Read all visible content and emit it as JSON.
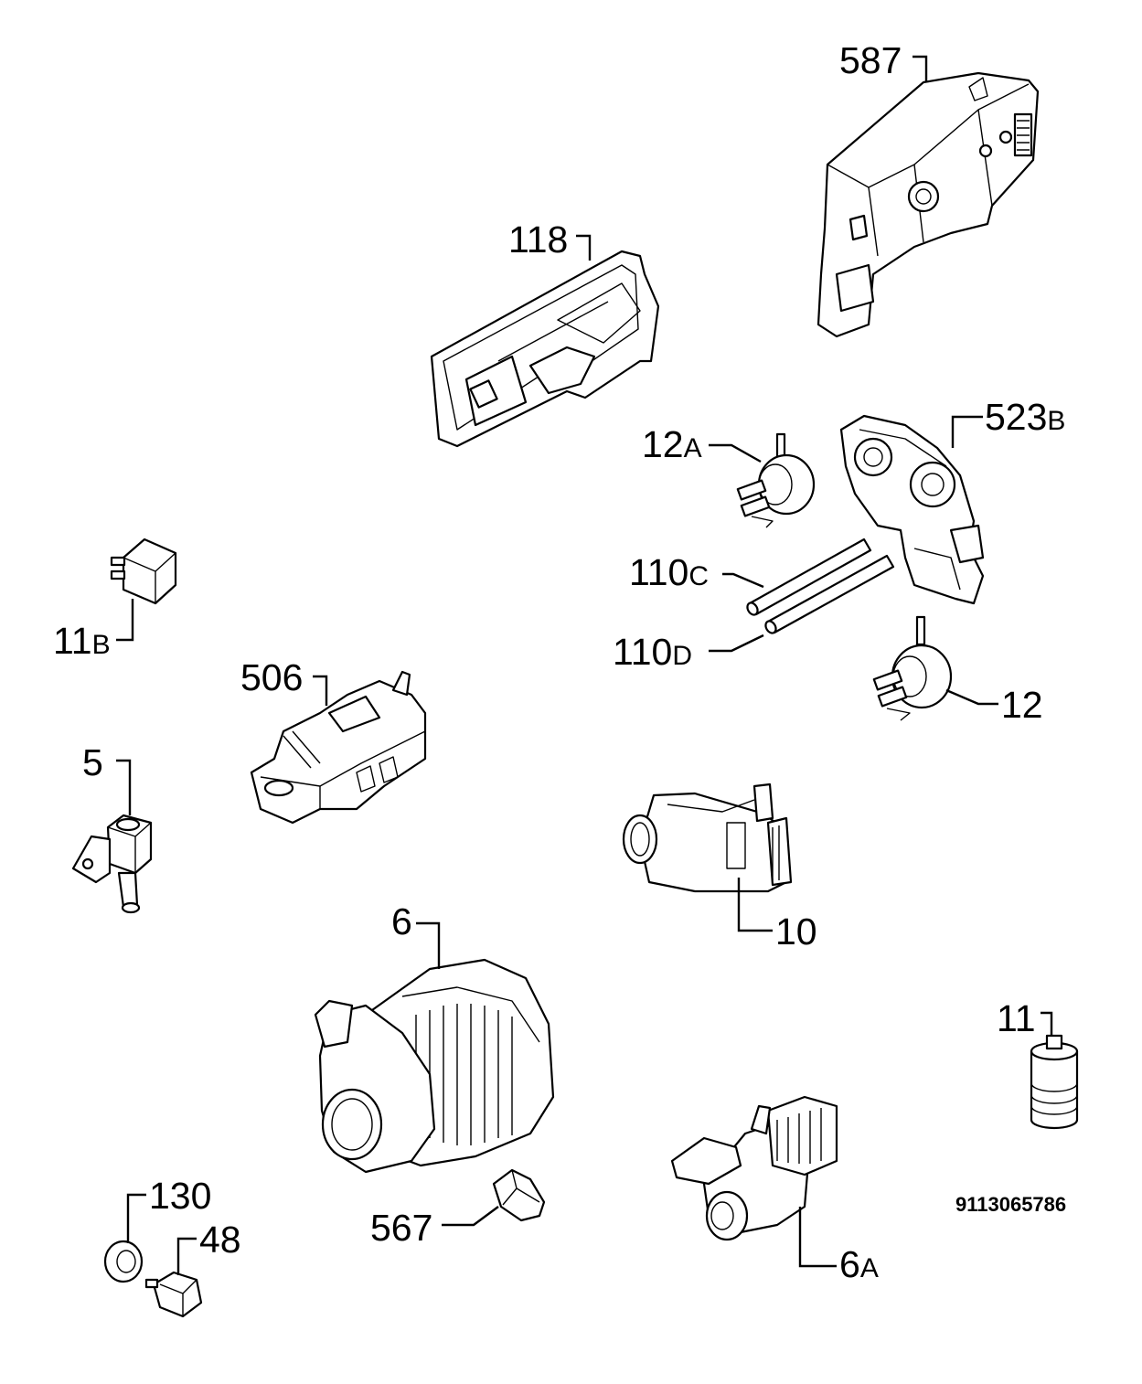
{
  "diagram": {
    "reference_code": "9113065786",
    "parts": [
      {
        "id": "p587",
        "num": "587",
        "suffix": ""
      },
      {
        "id": "p118",
        "num": "118",
        "suffix": ""
      },
      {
        "id": "p523b",
        "num": "523",
        "suffix": "B"
      },
      {
        "id": "p12a",
        "num": "12",
        "suffix": "A"
      },
      {
        "id": "p11b",
        "num": "11",
        "suffix": "B"
      },
      {
        "id": "p110c",
        "num": "110",
        "suffix": "C"
      },
      {
        "id": "p110d",
        "num": "110",
        "suffix": "D"
      },
      {
        "id": "p506",
        "num": "506",
        "suffix": ""
      },
      {
        "id": "p12",
        "num": "12",
        "suffix": ""
      },
      {
        "id": "p5",
        "num": "5",
        "suffix": ""
      },
      {
        "id": "p10",
        "num": "10",
        "suffix": ""
      },
      {
        "id": "p6",
        "num": "6",
        "suffix": ""
      },
      {
        "id": "p11",
        "num": "11",
        "suffix": ""
      },
      {
        "id": "p130",
        "num": "130",
        "suffix": ""
      },
      {
        "id": "p48",
        "num": "48",
        "suffix": ""
      },
      {
        "id": "p567",
        "num": "567",
        "suffix": ""
      },
      {
        "id": "p6a",
        "num": "6",
        "suffix": "A"
      }
    ]
  }
}
